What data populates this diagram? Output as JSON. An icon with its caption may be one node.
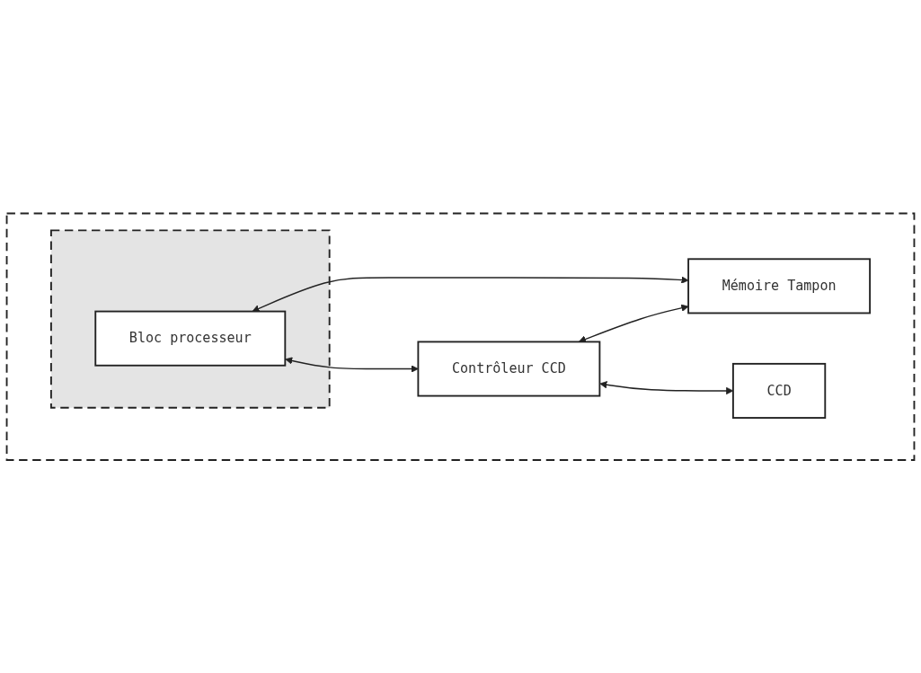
{
  "diagram": {
    "nodes": [
      {
        "text": [],
        "shape": "box"
      },
      {
        "text": [],
        "shape": "box",
        "in": 0
      },
      {
        "text": [
          "Bloc processeur"
        ],
        "in": 1
      },
      {
        "text": [
          "Contrôleur CCD"
        ],
        "in": 0
      },
      {
        "text": [
          "Mémoire Tampon"
        ],
        "in": 0
      },
      {
        "text": [
          "CCD"
        ],
        "in": 0
      }
    ],
    "edges": [
      {
        "from": 2,
        "to": 3,
        "arrow": "both"
      },
      {
        "from": 2,
        "to": 4,
        "arrow": "both"
      },
      {
        "from": 3,
        "to": 4,
        "arrow": "both"
      },
      {
        "from": 3,
        "to": 5,
        "arrow": "both"
      }
    ]
  }
}
